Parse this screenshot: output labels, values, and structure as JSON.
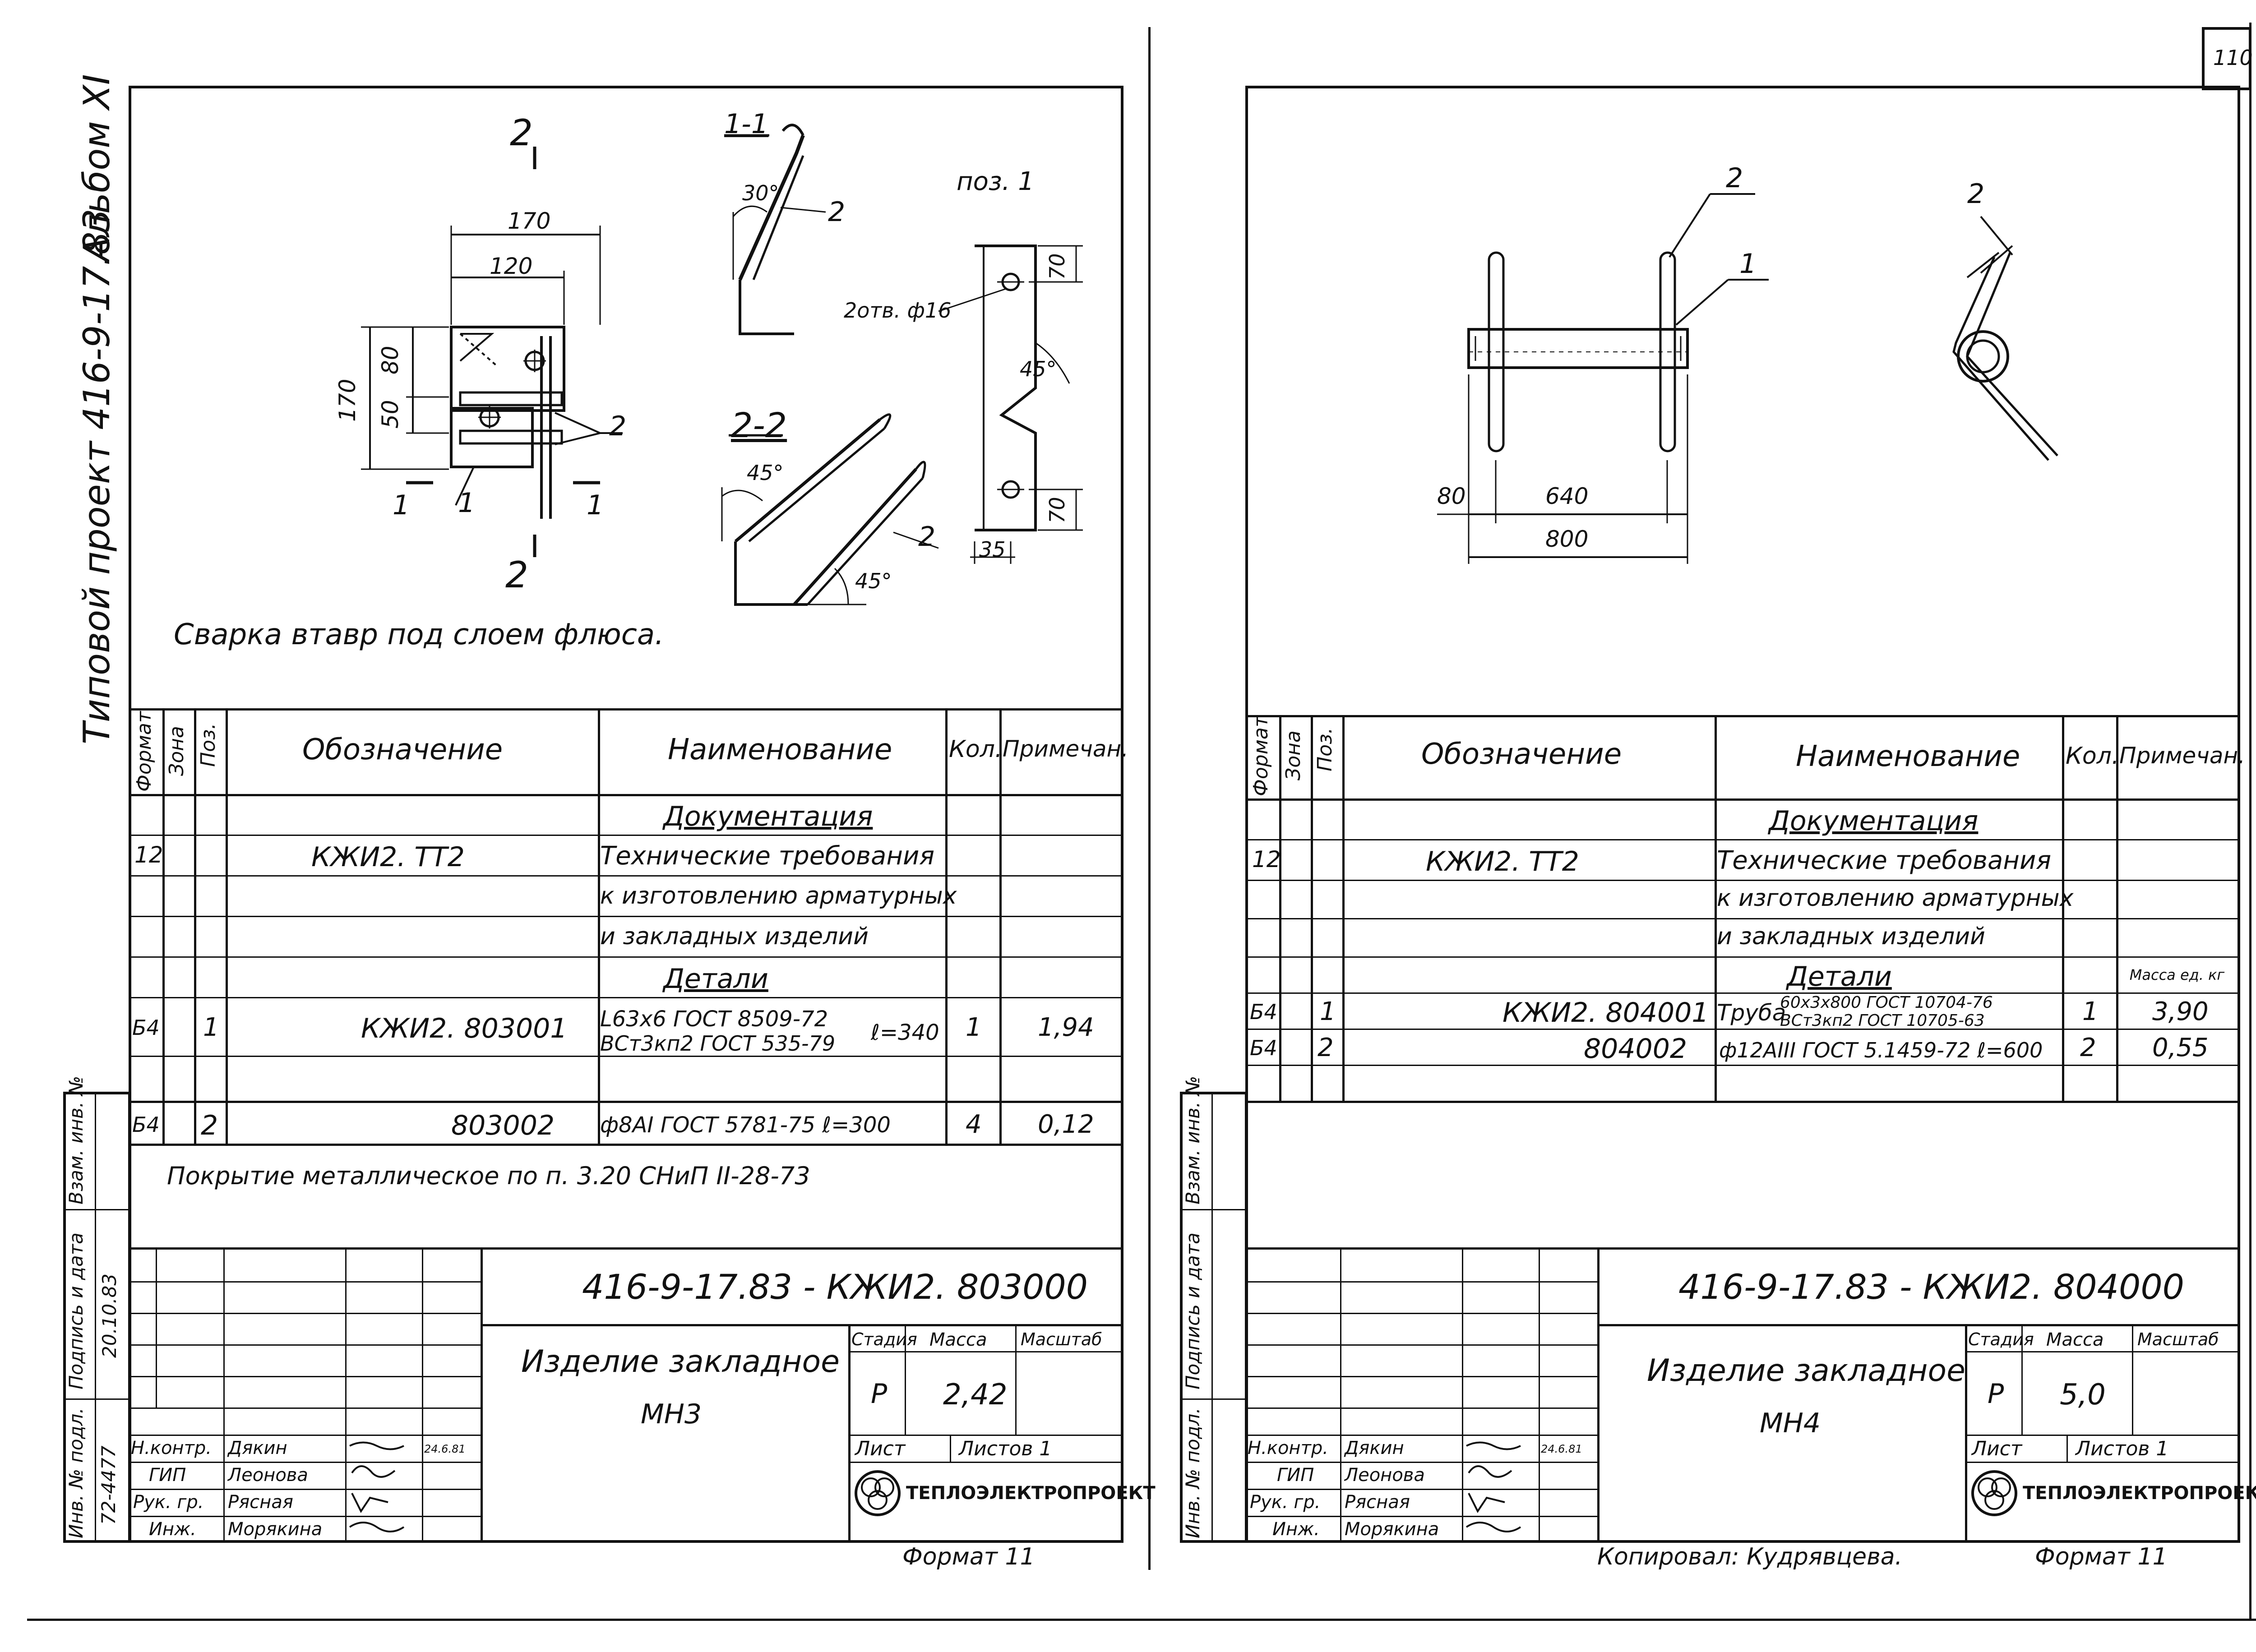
{
  "page_number": "110",
  "margin_text": {
    "album": "Альбом XI",
    "project": "Типовой проект 416-9-17.83"
  },
  "left_sheet": {
    "drawing": {
      "section_2_top": "2",
      "section_2_bottom": "2",
      "section_1_left": "1",
      "section_1_right": "1",
      "dim_170_top": "170",
      "dim_120": "120",
      "dim_170_left": "170",
      "dim_80": "80",
      "dim_50": "50",
      "pos_1": "1",
      "pos_2": "2",
      "view_1_1_title": "1-1",
      "view_2_2_title": "2-2",
      "angle_30": "30°",
      "angle_45a": "45°",
      "angle_45b": "45°",
      "angle_45c": "45°",
      "pos1_title": "поз. 1",
      "holes": "2отв. ф16",
      "dim_70_top": "70",
      "dim_70_bottom": "70",
      "dim_35": "35",
      "weld_note": "Сварка втавр под слоем флюса."
    },
    "table": {
      "head": {
        "format": "Формат",
        "zone": "Зона",
        "pos": "Поз.",
        "designation": "Обозначение",
        "name": "Наименование",
        "qty": "Кол.",
        "note": "Примечан."
      },
      "section_docs": "Документация",
      "doc_format": "12",
      "doc_designation": "КЖИ2. ТТ2",
      "doc_name_1": "Технические требования",
      "doc_name_2": "к изготовлению арматурных",
      "doc_name_3": "и закладных изделий",
      "section_parts": "Детали",
      "row1": {
        "format": "Б4",
        "pos": "1",
        "designation": "КЖИ2. 803001",
        "name_1": "L63x6 ГОСТ 8509-72",
        "name_2": "ВСт3кп2 ГОСТ 535-79",
        "length": "ℓ=340",
        "qty": "1",
        "note": "1,94"
      },
      "row2": {
        "format": "Б4",
        "pos": "2",
        "designation": "803002",
        "name": "ф8АI ГОСТ 5781-75 ℓ=300",
        "qty": "4",
        "note": "0,12"
      },
      "coating_note": "Покрытие металлическое по п. 3.20 СНиП II-28-73"
    },
    "title_block": {
      "code": "416-9-17.83 - КЖИ2. 803000",
      "title_1": "Изделие закладное",
      "title_2": "МН3",
      "stage_label": "Стадия",
      "mass_label": "Масса",
      "scale_label": "Масштаб",
      "stage": "Р",
      "mass": "2,42",
      "sheet_label": "Лист",
      "sheets_label": "Листов 1",
      "roles": [
        "Н.контр.",
        "ГИП",
        "Рук. гр.",
        "Инж."
      ],
      "names": [
        "Дякин",
        "Леонова",
        "Рясная",
        "Морякина"
      ],
      "date": "24.6.81",
      "org": "ТЕПЛОЭЛЕКТРОПРОЕКТ",
      "format": "Формат 11"
    },
    "side_stamp": {
      "inv_orig": "Инв. № подл.",
      "sign_date": "Подпись и дата",
      "inv_replace": "Взам. инв. №",
      "inv_value": "72-4477",
      "date_value": "20.10.83"
    }
  },
  "right_sheet": {
    "drawing": {
      "pos_2_a": "2",
      "pos_1": "1",
      "pos_2_b": "2",
      "dim_80": "80",
      "dim_640": "640",
      "dim_800": "800"
    },
    "table": {
      "head": {
        "format": "Формат",
        "zone": "Зона",
        "pos": "Поз.",
        "designation": "Обозначение",
        "name": "Наименование",
        "qty": "Кол.",
        "note": "Примечан."
      },
      "section_docs": "Документация",
      "doc_format": "12",
      "doc_designation": "КЖИ2. ТТ2",
      "doc_name_1": "Технические требования",
      "doc_name_2": "к изготовлению арматурных",
      "doc_name_3": "и закладных изделий",
      "section_parts": "Детали",
      "mass_unit": "Масса ед. кг",
      "row1": {
        "format": "Б4",
        "pos": "1",
        "designation": "КЖИ2. 804001",
        "name_prefix": "Труба",
        "name_1": "60x3x800 ГОСТ 10704-76",
        "name_2": "ВСт3кп2 ГОСТ 10705-63",
        "qty": "1",
        "note": "3,90"
      },
      "row2": {
        "format": "Б4",
        "pos": "2",
        "designation": "804002",
        "name": "ф12АIII ГОСТ 5.1459-72 ℓ=600",
        "qty": "2",
        "note": "0,55"
      }
    },
    "title_block": {
      "code": "416-9-17.83 - КЖИ2. 804000",
      "title_1": "Изделие закладное",
      "title_2": "МН4",
      "stage_label": "Стадия",
      "mass_label": "Масса",
      "scale_label": "Масштаб",
      "stage": "Р",
      "mass": "5,0",
      "sheet_label": "Лист",
      "sheets_label": "Листов 1",
      "roles": [
        "Н.контр.",
        "ГИП",
        "Рук. гр.",
        "Инж."
      ],
      "names": [
        "Дякин",
        "Леонова",
        "Рясная",
        "Морякина"
      ],
      "date": "24.6.81",
      "org": "ТЕПЛОЭЛЕКТРОПРОЕКТ",
      "copied_by": "Копировал: Кудрявцева.",
      "format": "Формат 11"
    },
    "side_stamp": {
      "inv_orig": "Инв. № подл.",
      "sign_date": "Подпись и дата",
      "inv_replace": "Взам. инв. №"
    }
  }
}
